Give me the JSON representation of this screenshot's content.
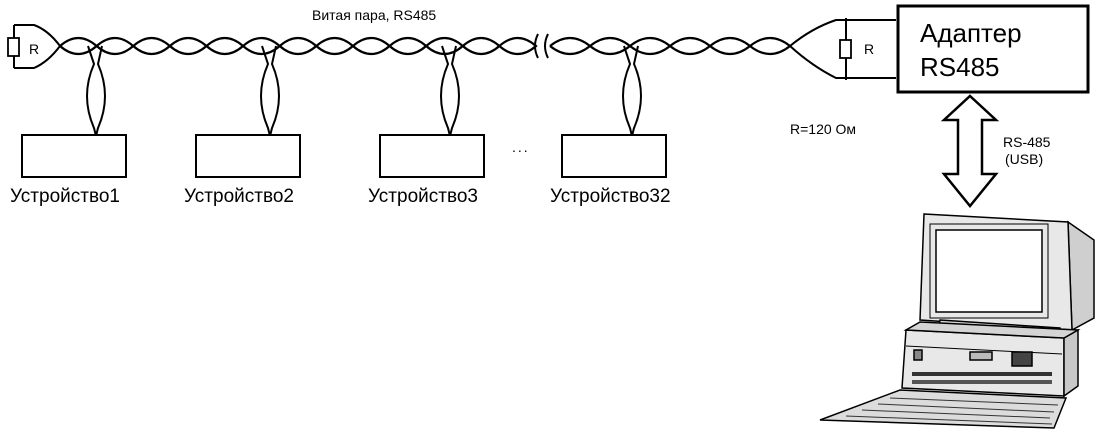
{
  "cable": {
    "label": "Витая пара,  RS485"
  },
  "terminator_left": {
    "label": "R"
  },
  "terminator_right": {
    "label": "R"
  },
  "resistor_note": "R=120 Ом",
  "adapter": {
    "line1": "Адаптер",
    "line2": "RS485"
  },
  "link": {
    "line1": "RS-485",
    "line2": "(USB)"
  },
  "ellipsis": "...",
  "devices": [
    {
      "label": "Устройство1"
    },
    {
      "label": "Устройство2"
    },
    {
      "label": "Устройство3"
    },
    {
      "label": "Устройство32"
    }
  ],
  "colors": {
    "line": "#000000",
    "background": "#ffffff",
    "computer_body": "#e8e8e8",
    "screen": "#ffffff"
  },
  "icons": [
    "resistor-icon",
    "twisted-pair-icon",
    "computer-icon",
    "double-arrow-icon"
  ]
}
